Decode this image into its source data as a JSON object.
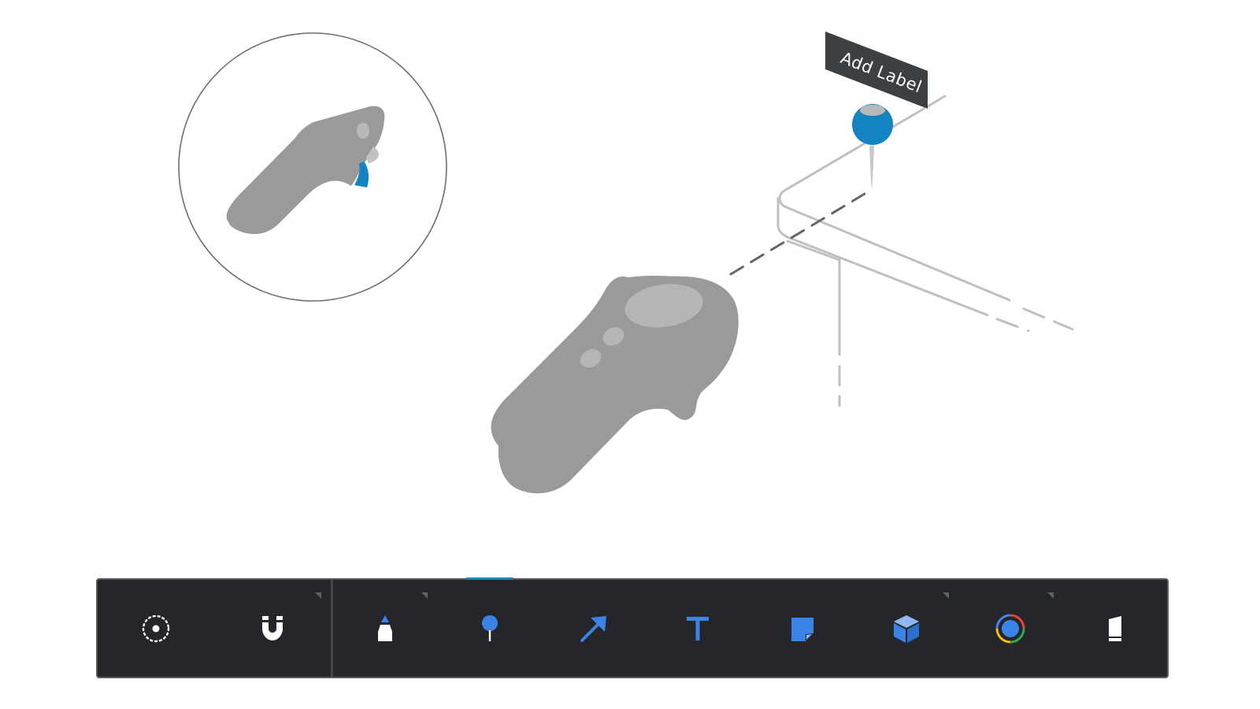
{
  "scene": {
    "pin_label": "Add Label"
  },
  "colors": {
    "toolbar_bg": "#242629",
    "accent_blue": "#3a84e8",
    "pin_blue": "#1384c0",
    "controller_gray": "#9a9a9a",
    "label_bg": "#3d4043"
  },
  "toolbar": {
    "groups": [
      {
        "name": "system",
        "tools": [
          {
            "name": "laser-pointer",
            "icon": "dotted-circle-icon",
            "has_submenu": false,
            "active": false
          },
          {
            "name": "snap",
            "icon": "magnet-icon",
            "has_submenu": true,
            "active": false
          }
        ]
      },
      {
        "name": "annotation",
        "tools": [
          {
            "name": "marker",
            "icon": "marker-icon",
            "has_submenu": true,
            "active": false
          },
          {
            "name": "pin",
            "icon": "pin-icon",
            "has_submenu": false,
            "active": true
          },
          {
            "name": "arrow",
            "icon": "arrow-icon",
            "has_submenu": false,
            "active": false
          },
          {
            "name": "text",
            "icon": "text-icon",
            "has_submenu": false,
            "active": false
          },
          {
            "name": "sticky-note",
            "icon": "sticky-note-icon",
            "has_submenu": false,
            "active": false
          },
          {
            "name": "3d-shape",
            "icon": "cube-icon",
            "has_submenu": true,
            "active": false
          },
          {
            "name": "color",
            "icon": "color-wheel-icon",
            "has_submenu": true,
            "active": false
          },
          {
            "name": "eraser",
            "icon": "eraser-icon",
            "has_submenu": false,
            "active": false
          }
        ]
      }
    ]
  }
}
